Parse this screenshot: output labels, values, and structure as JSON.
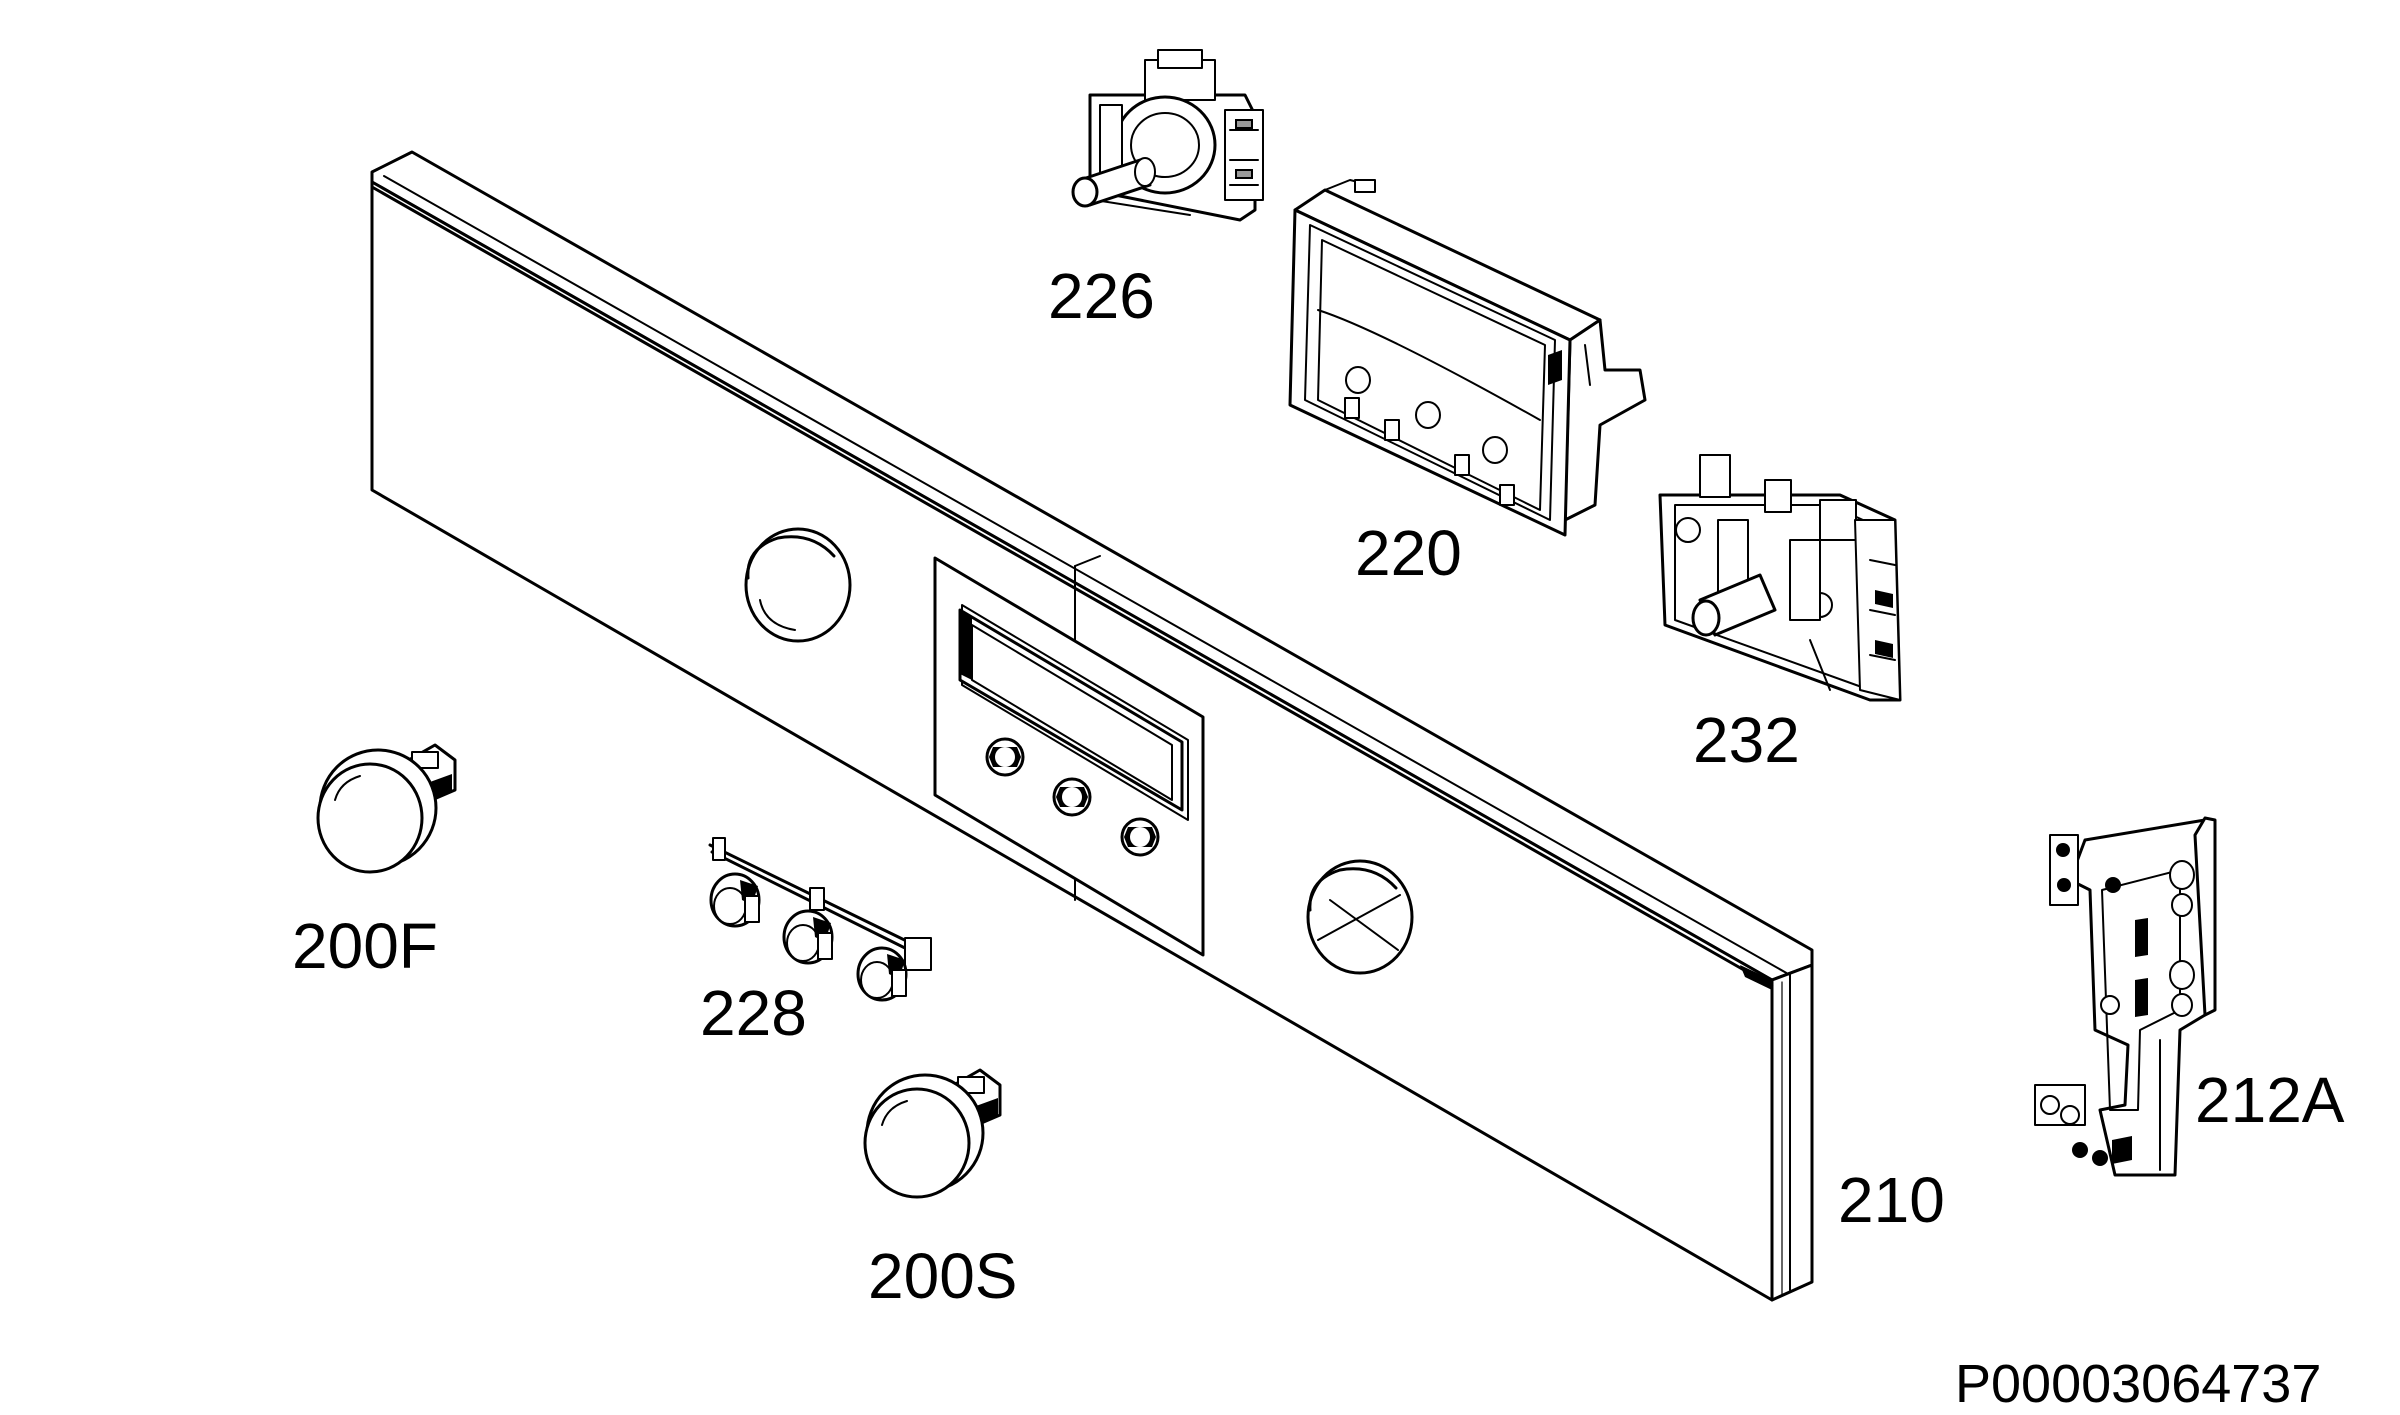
{
  "labels": {
    "knob_shaft_selector": "226",
    "programmer_housing": "220",
    "switch_232": "232",
    "knob_front": "200F",
    "push_buttons": "228",
    "knob_second": "200S",
    "control_panel": "210",
    "bracket": "212A"
  },
  "reference_number": "P00003064737"
}
